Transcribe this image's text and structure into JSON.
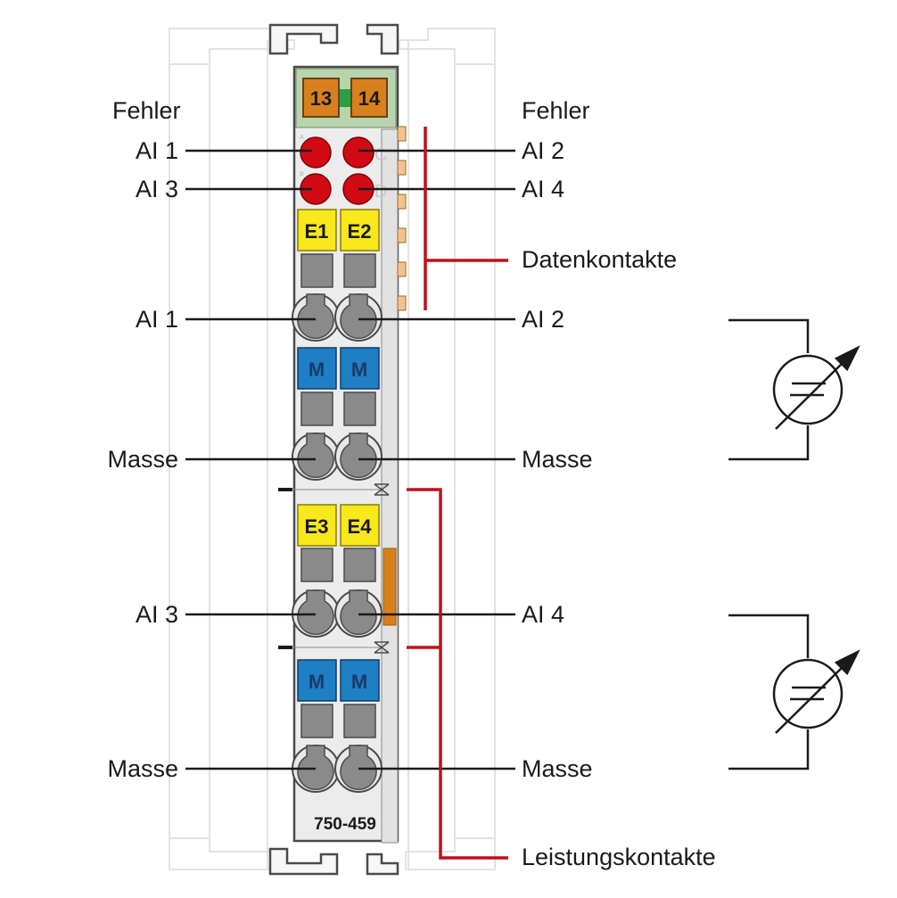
{
  "labels_left": {
    "fehler": "Fehler",
    "ai1_led": "AI 1",
    "ai3_led": "AI 3",
    "ai1_in": "AI 1",
    "masse1": "Masse",
    "ai3_in": "AI 3",
    "masse2": "Masse"
  },
  "labels_right": {
    "fehler": "Fehler",
    "ai2_led": "AI 2",
    "ai4_led": "AI 4",
    "datenkontakte": "Datenkontakte",
    "ai2_in": "AI 2",
    "masse1": "Masse",
    "ai4_in": "AI 4",
    "masse2": "Masse",
    "leistungskontakte": "Leistungskontakte"
  },
  "module": {
    "model": "750-459",
    "top_tags": [
      "13",
      "14"
    ],
    "e_tags_upper": [
      "E1",
      "E2"
    ],
    "e_tags_lower": [
      "E3",
      "E4"
    ],
    "m_tag": "M",
    "led_letters": [
      "A",
      "B",
      "C",
      "D"
    ]
  },
  "colors": {
    "led_red": "#d20a14",
    "tag_yellow": "#f8e81c",
    "tag_blue": "#1f7fc4",
    "tag_orange": "#d8801e",
    "bracket_red": "#c00f1e",
    "housing": "#ececec",
    "outline": "#4a4a4a"
  }
}
